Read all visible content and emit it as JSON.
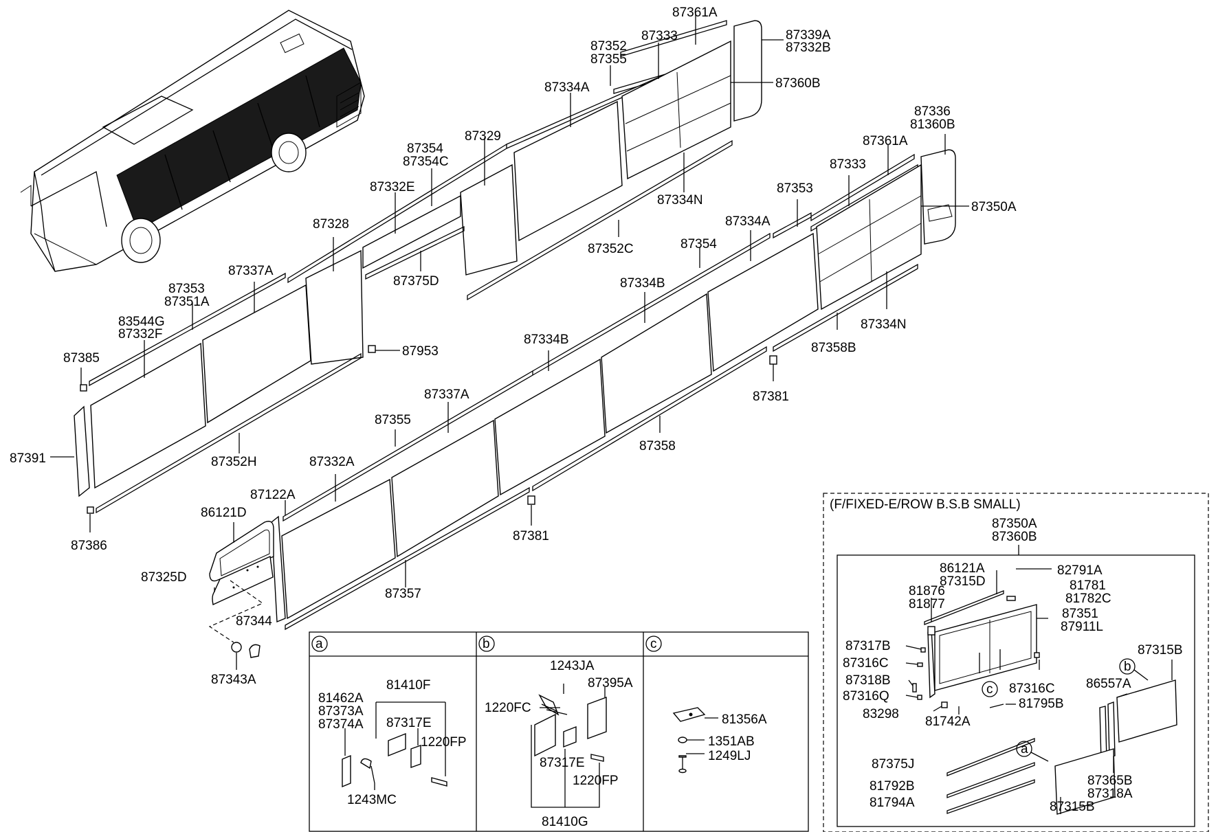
{
  "upper_side": {
    "l_87361A": "87361A",
    "l_87333": "87333",
    "l_87339A": "87339A",
    "l_87332B": "87332B",
    "l_87352": "87352",
    "l_87355": "87355",
    "l_87360B": "87360B",
    "l_87334A": "87334A",
    "l_87329": "87329",
    "l_87354": "87354",
    "l_87354C": "87354C",
    "l_87332E": "87332E",
    "l_87334N": "87334N",
    "l_87328": "87328",
    "l_87352C": "87352C",
    "l_87375D": "87375D",
    "l_87337A": "87337A",
    "l_87353": "87353",
    "l_87351A": "87351A",
    "l_83544G": "83544G",
    "l_87332F": "87332F",
    "l_87385": "87385",
    "l_87953": "87953",
    "l_87391": "87391",
    "l_87352H": "87352H",
    "l_87386": "87386"
  },
  "lower_side": {
    "l_87336": "87336",
    "l_81360B": "81360B",
    "l_87361A": "87361A",
    "l_87333": "87333",
    "l_87353": "87353",
    "l_87350A": "87350A",
    "l_87334A": "87334A",
    "l_87354": "87354",
    "l_87334B_1": "87334B",
    "l_87334N": "87334N",
    "l_87358B": "87358B",
    "l_87334B_2": "87334B",
    "l_87381_1": "87381",
    "l_87337A": "87337A",
    "l_87355": "87355",
    "l_87358": "87358",
    "l_87332A": "87332A",
    "l_87122A": "87122A",
    "l_86121D": "86121D",
    "l_87381_2": "87381",
    "l_87325D": "87325D",
    "l_87357": "87357",
    "l_87344": "87344",
    "l_87343A": "87343A"
  },
  "detail_boxes": {
    "a": {
      "key": "a",
      "l_81410F": "81410F",
      "l_81462A": "81462A",
      "l_87373A": "87373A",
      "l_87374A": "87374A",
      "l_87317E": "87317E",
      "l_1220FP": "1220FP",
      "l_1243MC": "1243MC"
    },
    "b": {
      "key": "b",
      "l_1243JA": "1243JA",
      "l_87395A": "87395A",
      "l_1220FC": "1220FC",
      "l_87317E": "87317E",
      "l_1220FP": "1220FP",
      "l_81410G": "81410G"
    },
    "c": {
      "key": "c",
      "l_81356A": "81356A",
      "l_1351AB": "1351AB",
      "l_1249LJ": "1249LJ"
    }
  },
  "inset": {
    "title": "(F/FIXED-E/ROW B.S.B SMALL)",
    "l_87350A": "87350A",
    "l_87360B": "87360B",
    "l_86121A": "86121A",
    "l_87315D": "87315D",
    "l_82791A": "82791A",
    "l_81781": "81781",
    "l_81782C": "81782C",
    "l_81876": "81876",
    "l_81877": "81877",
    "l_87351": "87351",
    "l_87911L": "87911L",
    "l_87317B": "87317B",
    "l_87316C_1": "87316C",
    "l_87318B": "87318B",
    "l_87316Q": "87316Q",
    "l_87316C_2": "87316C",
    "l_87315B_1": "87315B",
    "l_86557A": "86557A",
    "l_83298": "83298",
    "l_81742A": "81742A",
    "l_81795B": "81795B",
    "l_87375J": "87375J",
    "l_81792B": "81792B",
    "l_81794A": "81794A",
    "l_87365B": "87365B",
    "l_87318A": "87318A",
    "l_87315B_2": "87315B",
    "key_a": "a",
    "key_b": "b",
    "key_c": "c"
  }
}
